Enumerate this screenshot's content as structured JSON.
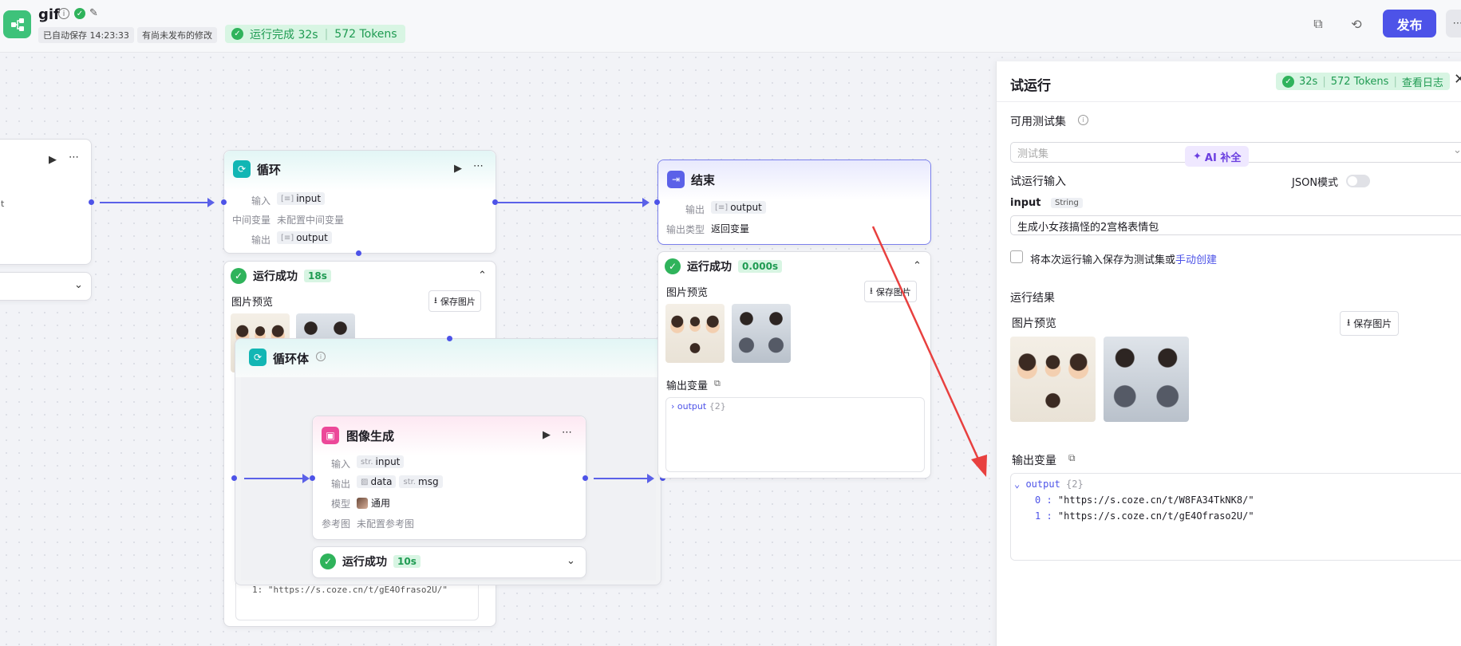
{
  "header": {
    "app_name": "gif",
    "autosave": "已自动保存 14:23:33",
    "unpublished": "有尚未发布的修改",
    "run_status": "运行完成 32s",
    "run_tokens": "572 Tokens",
    "publish": "发布"
  },
  "loop_node": {
    "title": "循环",
    "input_label": "输入",
    "input_var": "input",
    "mid_label": "中间变量",
    "mid_value": "未配置中间变量",
    "output_label": "输出",
    "output_var": "output",
    "run_title": "运行成功",
    "run_time": "18s",
    "preview": "图片预览",
    "save": "保存图片",
    "code_line": "1: \"https://s.coze.cn/t/gE4Ofraso2U/\""
  },
  "loop_body": {
    "title": "循环体"
  },
  "image_node": {
    "title": "图像生成",
    "input_label": "输入",
    "input_type": "str.",
    "input_var": "input",
    "output_label": "输出",
    "output_var1": "data",
    "output_type2": "str.",
    "output_var2": "msg",
    "model_label": "模型",
    "model_value": "通用",
    "ref_label": "参考图",
    "ref_value": "未配置参考图",
    "run_title": "运行成功",
    "run_time": "10s"
  },
  "end_node": {
    "title": "结束",
    "output_label": "输出",
    "output_var": "output",
    "type_label": "输出类型",
    "type_value": "返回变量",
    "run_title": "运行成功",
    "run_time": "0.000s",
    "preview": "图片预览",
    "save": "保存图片",
    "out_vars": "输出变量",
    "tree_key": "output",
    "tree_count": "{2}"
  },
  "panel": {
    "title": "试运行",
    "time": "32s",
    "tokens": "572 Tokens",
    "view_log": "查看日志",
    "test_sets": "可用测试集",
    "test_set_placeholder": "测试集",
    "run_input": "试运行输入",
    "json_mode": "JSON模式",
    "ai_fill": "AI 补全",
    "input_name": "input",
    "input_type": "String",
    "input_value": "生成小女孩搞怪的2宫格表情包",
    "save_label": "将本次运行输入保存为测试集或",
    "manual_create": "手动创建",
    "result_title": "运行结果",
    "preview": "图片预览",
    "save": "保存图片",
    "out_vars": "输出变量",
    "tree_key": "output",
    "tree_count": "{2}",
    "items": [
      {
        "idx": "0 :",
        "val": "\"https://s.coze.cn/t/W8FA34TkNK8/\""
      },
      {
        "idx": "1 :",
        "val": "\"https://s.coze.cn/t/gE4Ofraso2U/\""
      }
    ]
  },
  "colors": {
    "accent": "#4d53e8",
    "success": "#2fb35b",
    "arrow": "#e8403f"
  }
}
